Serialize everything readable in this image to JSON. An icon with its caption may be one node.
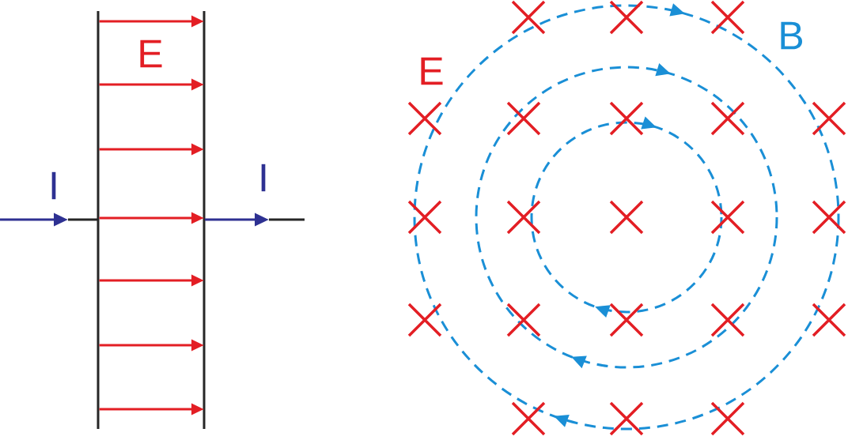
{
  "diagram": {
    "labels": [
      "E",
      "I",
      "I",
      "E",
      "B"
    ]
  }
}
